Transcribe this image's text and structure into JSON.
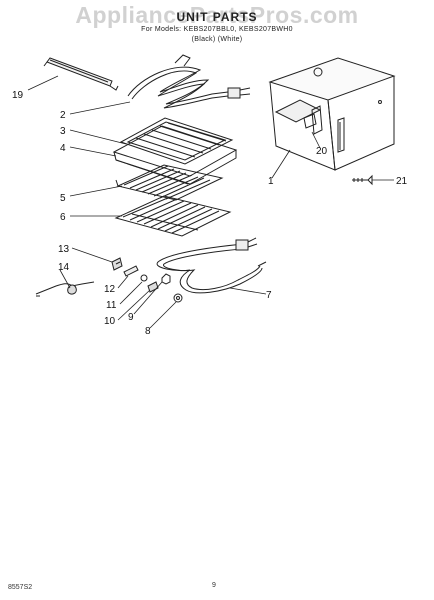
{
  "header": {
    "watermark": "AppliancePartsPros.com",
    "title": "UNIT PARTS",
    "models": "For Models: KEBS207BBL0, KEBS207BWH0",
    "variants": "(Black)        (White)"
  },
  "footer": {
    "code": "8557S2",
    "page": "9"
  },
  "callouts": [
    "19",
    "2",
    "3",
    "4",
    "5",
    "6",
    "13",
    "14",
    "12",
    "11",
    "10",
    "9",
    "8",
    "7",
    "1",
    "20",
    "21"
  ]
}
